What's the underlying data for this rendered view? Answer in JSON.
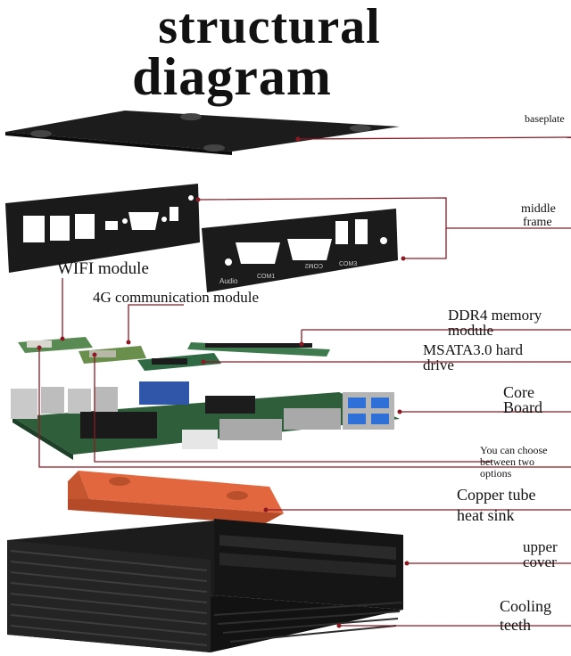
{
  "title": {
    "line1": "structural",
    "line2": "diagram"
  },
  "labels": {
    "baseplate": "baseplate",
    "middle_frame_1": "middle",
    "middle_frame_2": "frame",
    "wifi": "WIFI module",
    "comm4g": "4G communication module",
    "ddr4_1": "DDR4 memory",
    "ddr4_2": "module",
    "msata_1": "MSATA3.0 hard",
    "msata_2": "drive",
    "core_1": "Core",
    "core_2": "Board",
    "choose_1": "You can choose",
    "choose_2": "between two",
    "choose_3": "options",
    "copper_1": "Copper tube",
    "copper_2": "heat sink",
    "upper_1": "upper",
    "upper_2": "cover",
    "cooling_1": "Cooling",
    "cooling_2": "teeth"
  },
  "port_marks": {
    "audio": "Audio",
    "com1": "COM1",
    "com2": "COM2",
    "com3": "COM3"
  },
  "colors": {
    "leader_line": "#8b1a24",
    "metal": "#1a1a1a",
    "copper": "#e2673f",
    "pcb": "#2f5e3a"
  }
}
